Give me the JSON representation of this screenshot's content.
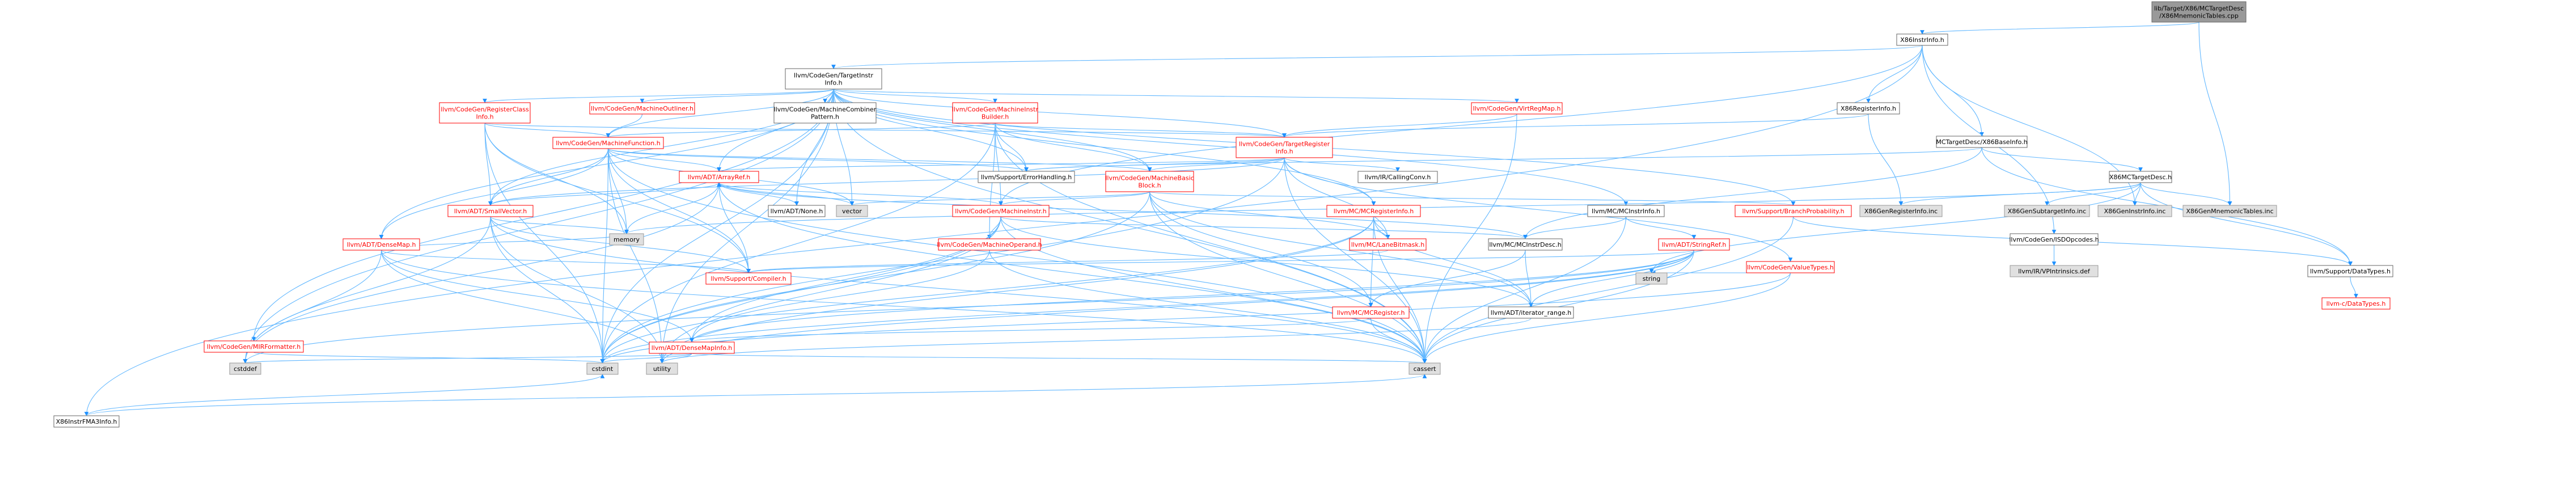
{
  "colors": {
    "root_fill": "#999999",
    "default_fill": "#ffffff",
    "default_border": "#666666",
    "red_border": "#ff0000",
    "gray_fill": "#e0e0e0",
    "gray_border": "#999999",
    "edge": "#63b8ff",
    "edge_head": "#1e90ff",
    "text": "#000000",
    "red_text": "#ff0000"
  },
  "nodes": [
    {
      "id": "root",
      "lines": [
        "lib/Target/X86/MCTargetDesc",
        "/X86MnemonicTables.cpp"
      ],
      "style": "root"
    },
    {
      "id": "x86instrinfo",
      "lines": [
        "X86InstrInfo.h"
      ],
      "style": "default"
    },
    {
      "id": "targetinstrinfo",
      "lines": [
        "llvm/CodeGen/TargetInstr",
        "Info.h"
      ],
      "style": "default"
    },
    {
      "id": "x86registerinfo",
      "lines": [
        "X86RegisterInfo.h"
      ],
      "style": "default"
    },
    {
      "id": "x86baseinfo",
      "lines": [
        "MCTargetDesc/X86BaseInfo.h"
      ],
      "style": "default"
    },
    {
      "id": "x86instrfma3info",
      "lines": [
        "X86InstrFMA3Info.h"
      ],
      "style": "default"
    },
    {
      "id": "registerclassinfo",
      "lines": [
        "llvm/CodeGen/RegisterClass",
        "Info.h"
      ],
      "style": "red"
    },
    {
      "id": "machineoutliner",
      "lines": [
        "llvm/CodeGen/MachineOutliner.h"
      ],
      "style": "red"
    },
    {
      "id": "machinecombinerpattern",
      "lines": [
        "llvm/CodeGen/MachineCombiner",
        "Pattern.h"
      ],
      "style": "default"
    },
    {
      "id": "machineinstrbuilder",
      "lines": [
        "llvm/CodeGen/MachineInstr",
        "Builder.h"
      ],
      "style": "red"
    },
    {
      "id": "virtregmap",
      "lines": [
        "llvm/CodeGen/VirtRegMap.h"
      ],
      "style": "red"
    },
    {
      "id": "targetregisterinfo",
      "lines": [
        "llvm/CodeGen/TargetRegister",
        "Info.h"
      ],
      "style": "red"
    },
    {
      "id": "x86mctargetdesc",
      "lines": [
        "X86MCTargetDesc.h"
      ],
      "style": "default"
    },
    {
      "id": "machinefunction",
      "lines": [
        "llvm/CodeGen/MachineFunction.h"
      ],
      "style": "red"
    },
    {
      "id": "arrayref",
      "lines": [
        "llvm/ADT/ArrayRef.h"
      ],
      "style": "red"
    },
    {
      "id": "errorhandling",
      "lines": [
        "llvm/Support/ErrorHandling.h"
      ],
      "style": "default"
    },
    {
      "id": "machinebasicblock",
      "lines": [
        "llvm/CodeGen/MachineBasic",
        "Block.h"
      ],
      "style": "red"
    },
    {
      "id": "callingconv",
      "lines": [
        "llvm/IR/CallingConv.h"
      ],
      "style": "default"
    },
    {
      "id": "x86registerinfoinc",
      "lines": [
        "X86GenRegisterInfo.inc"
      ],
      "style": "gray"
    },
    {
      "id": "x86subtargetinfoinc",
      "lines": [
        "X86GenSubtargetInfo.inc"
      ],
      "style": "gray"
    },
    {
      "id": "x86instrinfoinc",
      "lines": [
        "X86GenInstrInfo.inc"
      ],
      "style": "gray"
    },
    {
      "id": "x86mnemonictablesinc",
      "lines": [
        "X86GenMnemonicTables.inc"
      ],
      "style": "gray"
    },
    {
      "id": "isdopcodes",
      "lines": [
        "llvm/CodeGen/ISDOpcodes.h"
      ],
      "style": "default"
    },
    {
      "id": "smallvector",
      "lines": [
        "llvm/ADT/SmallVector.h"
      ],
      "style": "red"
    },
    {
      "id": "none",
      "lines": [
        "llvm/ADT/None.h"
      ],
      "style": "default"
    },
    {
      "id": "vector",
      "lines": [
        "vector"
      ],
      "style": "gray"
    },
    {
      "id": "machineinstr",
      "lines": [
        "llvm/CodeGen/MachineInstr.h"
      ],
      "style": "red"
    },
    {
      "id": "mcregisterinfo",
      "lines": [
        "llvm/MC/MCRegisterInfo.h"
      ],
      "style": "red"
    },
    {
      "id": "mcinstrinfo",
      "lines": [
        "llvm/MC/MCInstrInfo.h"
      ],
      "style": "default"
    },
    {
      "id": "branchprobability",
      "lines": [
        "llvm/Support/BranchProbability.h"
      ],
      "style": "red"
    },
    {
      "id": "vpintrinsicsdef",
      "lines": [
        "llvm/IR/VPIntrinsics.def"
      ],
      "style": "gray"
    },
    {
      "id": "memory",
      "lines": [
        "memory"
      ],
      "style": "gray"
    },
    {
      "id": "densemap",
      "lines": [
        "llvm/ADT/DenseMap.h"
      ],
      "style": "red"
    },
    {
      "id": "machineoperand",
      "lines": [
        "llvm/CodeGen/MachineOperand.h"
      ],
      "style": "red"
    },
    {
      "id": "lanebitmask",
      "lines": [
        "llvm/MC/LaneBitmask.h"
      ],
      "style": "red"
    },
    {
      "id": "mcinstrdesc",
      "lines": [
        "llvm/MC/MCInstrDesc.h"
      ],
      "style": "default"
    },
    {
      "id": "stringref",
      "lines": [
        "llvm/ADT/StringRef.h"
      ],
      "style": "red"
    },
    {
      "id": "valuetypes",
      "lines": [
        "llvm/CodeGen/ValueTypes.h"
      ],
      "style": "red"
    },
    {
      "id": "supportdatatypes",
      "lines": [
        "llvm/Support/DataTypes.h"
      ],
      "style": "default"
    },
    {
      "id": "compiler",
      "lines": [
        "llvm/Support/Compiler.h"
      ],
      "style": "red"
    },
    {
      "id": "string",
      "lines": [
        "string"
      ],
      "style": "gray"
    },
    {
      "id": "cdatatypes",
      "lines": [
        "llvm-c/DataTypes.h"
      ],
      "style": "red"
    },
    {
      "id": "mcregister",
      "lines": [
        "llvm/MC/MCRegister.h"
      ],
      "style": "red"
    },
    {
      "id": "iteratorrange",
      "lines": [
        "llvm/ADT/iterator_range.h"
      ],
      "style": "default"
    },
    {
      "id": "mirformatter",
      "lines": [
        "llvm/CodeGen/MIRFormatter.h"
      ],
      "style": "red"
    },
    {
      "id": "densemapinfo",
      "lines": [
        "llvm/ADT/DenseMapInfo.h"
      ],
      "style": "red"
    },
    {
      "id": "cstddef",
      "lines": [
        "cstddef"
      ],
      "style": "gray"
    },
    {
      "id": "cstdint",
      "lines": [
        "cstdint"
      ],
      "style": "gray"
    },
    {
      "id": "utility",
      "lines": [
        "utility"
      ],
      "style": "gray"
    },
    {
      "id": "cassert",
      "lines": [
        "cassert"
      ],
      "style": "gray"
    }
  ],
  "edges": [
    [
      "root",
      "x86instrinfo"
    ],
    [
      "root",
      "x86mnemonictablesinc"
    ],
    [
      "x86instrinfo",
      "targetinstrinfo"
    ],
    [
      "x86instrinfo",
      "x86registerinfo"
    ],
    [
      "x86instrinfo",
      "x86baseinfo"
    ],
    [
      "x86instrinfo",
      "x86instrfma3info"
    ],
    [
      "x86instrinfo",
      "x86instrinfoinc"
    ],
    [
      "x86instrinfo",
      "machineinstr"
    ],
    [
      "x86instrinfo",
      "isdopcodes"
    ],
    [
      "targetinstrinfo",
      "registerclassinfo"
    ],
    [
      "targetinstrinfo",
      "machineoutliner"
    ],
    [
      "targetinstrinfo",
      "machinecombinerpattern"
    ],
    [
      "targetinstrinfo",
      "machineinstrbuilder"
    ],
    [
      "targetinstrinfo",
      "virtregmap"
    ],
    [
      "targetinstrinfo",
      "targetregisterinfo"
    ],
    [
      "targetinstrinfo",
      "machinefunction"
    ],
    [
      "targetinstrinfo",
      "arrayref"
    ],
    [
      "targetinstrinfo",
      "errorhandling"
    ],
    [
      "targetinstrinfo",
      "machinebasicblock"
    ],
    [
      "targetinstrinfo",
      "none"
    ],
    [
      "targetinstrinfo",
      "vector"
    ],
    [
      "targetinstrinfo",
      "mcregisterinfo"
    ],
    [
      "targetinstrinfo",
      "mcinstrinfo"
    ],
    [
      "targetinstrinfo",
      "branchprobability"
    ],
    [
      "targetinstrinfo",
      "densemap"
    ],
    [
      "targetinstrinfo",
      "smallvector"
    ],
    [
      "targetinstrinfo",
      "mirformatter"
    ],
    [
      "targetinstrinfo",
      "cstddef"
    ],
    [
      "targetinstrinfo",
      "cstdint"
    ],
    [
      "targetinstrinfo",
      "utility"
    ],
    [
      "targetinstrinfo",
      "cassert"
    ],
    [
      "x86registerinfo",
      "targetregisterinfo"
    ],
    [
      "x86registerinfo",
      "x86registerinfoinc"
    ],
    [
      "x86baseinfo",
      "x86mctargetdesc"
    ],
    [
      "x86baseinfo",
      "mcinstrdesc"
    ],
    [
      "x86baseinfo",
      "supportdatatypes"
    ],
    [
      "x86baseinfo",
      "errorhandling"
    ],
    [
      "x86mctargetdesc",
      "x86registerinfoinc"
    ],
    [
      "x86mctargetdesc",
      "x86subtargetinfoinc"
    ],
    [
      "x86mctargetdesc",
      "x86instrinfoinc"
    ],
    [
      "x86mctargetdesc",
      "x86mnemonictablesinc"
    ],
    [
      "x86mctargetdesc",
      "supportdatatypes"
    ],
    [
      "x86mctargetdesc",
      "memory"
    ],
    [
      "x86mctargetdesc",
      "string"
    ],
    [
      "isdopcodes",
      "vpintrinsicsdef"
    ],
    [
      "x86instrfma3info",
      "cstdint"
    ],
    [
      "x86instrfma3info",
      "cassert"
    ],
    [
      "registerclassinfo",
      "machinefunction"
    ],
    [
      "registerclassinfo",
      "targetregisterinfo"
    ],
    [
      "registerclassinfo",
      "smallvector"
    ],
    [
      "registerclassinfo",
      "memory"
    ],
    [
      "registerclassinfo",
      "cstdint"
    ],
    [
      "registerclassinfo",
      "compiler"
    ],
    [
      "machineoutliner",
      "machinefunction"
    ],
    [
      "machineinstrbuilder",
      "machinefunction"
    ],
    [
      "machineinstrbuilder",
      "machinebasicblock"
    ],
    [
      "machineinstrbuilder",
      "machineinstr"
    ],
    [
      "machineinstrbuilder",
      "machineoperand"
    ],
    [
      "machineinstrbuilder",
      "targetregisterinfo"
    ],
    [
      "machineinstrbuilder",
      "errorhandling"
    ],
    [
      "machineinstrbuilder",
      "cassert"
    ],
    [
      "machineinstrbuilder",
      "cstdint"
    ],
    [
      "virtregmap",
      "targetregisterinfo"
    ],
    [
      "virtregmap",
      "cassert"
    ],
    [
      "targetregisterinfo",
      "arrayref"
    ],
    [
      "targetregisterinfo",
      "smallvector"
    ],
    [
      "targetregisterinfo",
      "machinebasicblock"
    ],
    [
      "targetregisterinfo",
      "callingconv"
    ],
    [
      "targetregisterinfo",
      "lanebitmask"
    ],
    [
      "targetregisterinfo",
      "mcregisterinfo"
    ],
    [
      "targetregisterinfo",
      "errorhandling"
    ],
    [
      "targetregisterinfo",
      "cassert"
    ],
    [
      "targetregisterinfo",
      "cstdint"
    ],
    [
      "targetregisterinfo",
      "valuetypes"
    ],
    [
      "machinefunction",
      "arrayref"
    ],
    [
      "machinefunction",
      "densemap"
    ],
    [
      "machinefunction",
      "smallvector"
    ],
    [
      "machinefunction",
      "machinebasicblock"
    ],
    [
      "machinefunction",
      "compiler"
    ],
    [
      "machinefunction",
      "memory"
    ],
    [
      "machinefunction",
      "utility"
    ],
    [
      "machinefunction",
      "vector"
    ],
    [
      "machinefunction",
      "cassert"
    ],
    [
      "machinefunction",
      "cstdint"
    ],
    [
      "machinefunction",
      "errorhandling"
    ],
    [
      "arrayref",
      "smallvector"
    ],
    [
      "arrayref",
      "none"
    ],
    [
      "arrayref",
      "compiler"
    ],
    [
      "arrayref",
      "vector"
    ],
    [
      "arrayref",
      "memory"
    ],
    [
      "arrayref",
      "cassert"
    ],
    [
      "arrayref",
      "cstddef"
    ],
    [
      "machinebasicblock",
      "machineinstr"
    ],
    [
      "machinebasicblock",
      "branchprobability"
    ],
    [
      "machinebasicblock",
      "lanebitmask"
    ],
    [
      "machinebasicblock",
      "iteratorrange"
    ],
    [
      "machinebasicblock",
      "mcregister"
    ],
    [
      "machinebasicblock",
      "cassert"
    ],
    [
      "machinebasicblock",
      "vector"
    ],
    [
      "machinebasicblock",
      "cstdint"
    ],
    [
      "smallvector",
      "compiler"
    ],
    [
      "smallvector",
      "cstddef"
    ],
    [
      "smallvector",
      "memory"
    ],
    [
      "smallvector",
      "utility"
    ],
    [
      "smallvector",
      "cassert"
    ],
    [
      "smallvector",
      "cstdint"
    ],
    [
      "machineinstr",
      "machineoperand"
    ],
    [
      "machineinstr",
      "mcinstrdesc"
    ],
    [
      "machineinstr",
      "densemapinfo"
    ],
    [
      "machineinstr",
      "arrayref"
    ],
    [
      "machineinstr",
      "iteratorrange"
    ],
    [
      "machineinstr",
      "cassert"
    ],
    [
      "machineinstr",
      "cstdint"
    ],
    [
      "machineinstr",
      "utility"
    ],
    [
      "mcregisterinfo",
      "lanebitmask"
    ],
    [
      "mcregisterinfo",
      "mcregister"
    ],
    [
      "mcregisterinfo",
      "iteratorrange"
    ],
    [
      "mcregisterinfo",
      "cassert"
    ],
    [
      "mcregisterinfo",
      "cstdint"
    ],
    [
      "mcregisterinfo",
      "utility"
    ],
    [
      "mcinstrinfo",
      "mcinstrdesc"
    ],
    [
      "mcinstrinfo",
      "stringref"
    ],
    [
      "mcinstrinfo",
      "cassert"
    ],
    [
      "branchprobability",
      "supportdatatypes"
    ],
    [
      "branchprobability",
      "cassert"
    ],
    [
      "densemap",
      "densemapinfo"
    ],
    [
      "densemap",
      "compiler"
    ],
    [
      "densemap",
      "utility"
    ],
    [
      "densemap",
      "cassert"
    ],
    [
      "densemap",
      "cstddef"
    ],
    [
      "densemap",
      "memory"
    ],
    [
      "machineoperand",
      "densemapinfo"
    ],
    [
      "machineoperand",
      "cassert"
    ],
    [
      "lanebitmask",
      "compiler"
    ],
    [
      "mcinstrdesc",
      "mcregister"
    ],
    [
      "mcinstrdesc",
      "iteratorrange"
    ],
    [
      "mcinstrdesc",
      "arrayref"
    ],
    [
      "stringref",
      "densemapinfo"
    ],
    [
      "stringref",
      "compiler"
    ],
    [
      "stringref",
      "iteratorrange"
    ],
    [
      "stringref",
      "string"
    ],
    [
      "stringref",
      "cassert"
    ],
    [
      "stringref",
      "cstddef"
    ],
    [
      "stringref",
      "utility"
    ],
    [
      "stringref",
      "cstdint"
    ],
    [
      "valuetypes",
      "string"
    ],
    [
      "valuetypes",
      "cassert"
    ],
    [
      "valuetypes",
      "cstdint"
    ],
    [
      "supportdatatypes",
      "cdatatypes"
    ],
    [
      "mcregister",
      "densemapinfo"
    ],
    [
      "mcregister",
      "cassert"
    ],
    [
      "iteratorrange",
      "utility"
    ],
    [
      "mirformatter",
      "cstdint"
    ],
    [
      "densemapinfo",
      "cassert"
    ],
    [
      "densemapinfo",
      "cstddef"
    ],
    [
      "densemapinfo",
      "cstdint"
    ],
    [
      "densemapinfo",
      "utility"
    ]
  ]
}
